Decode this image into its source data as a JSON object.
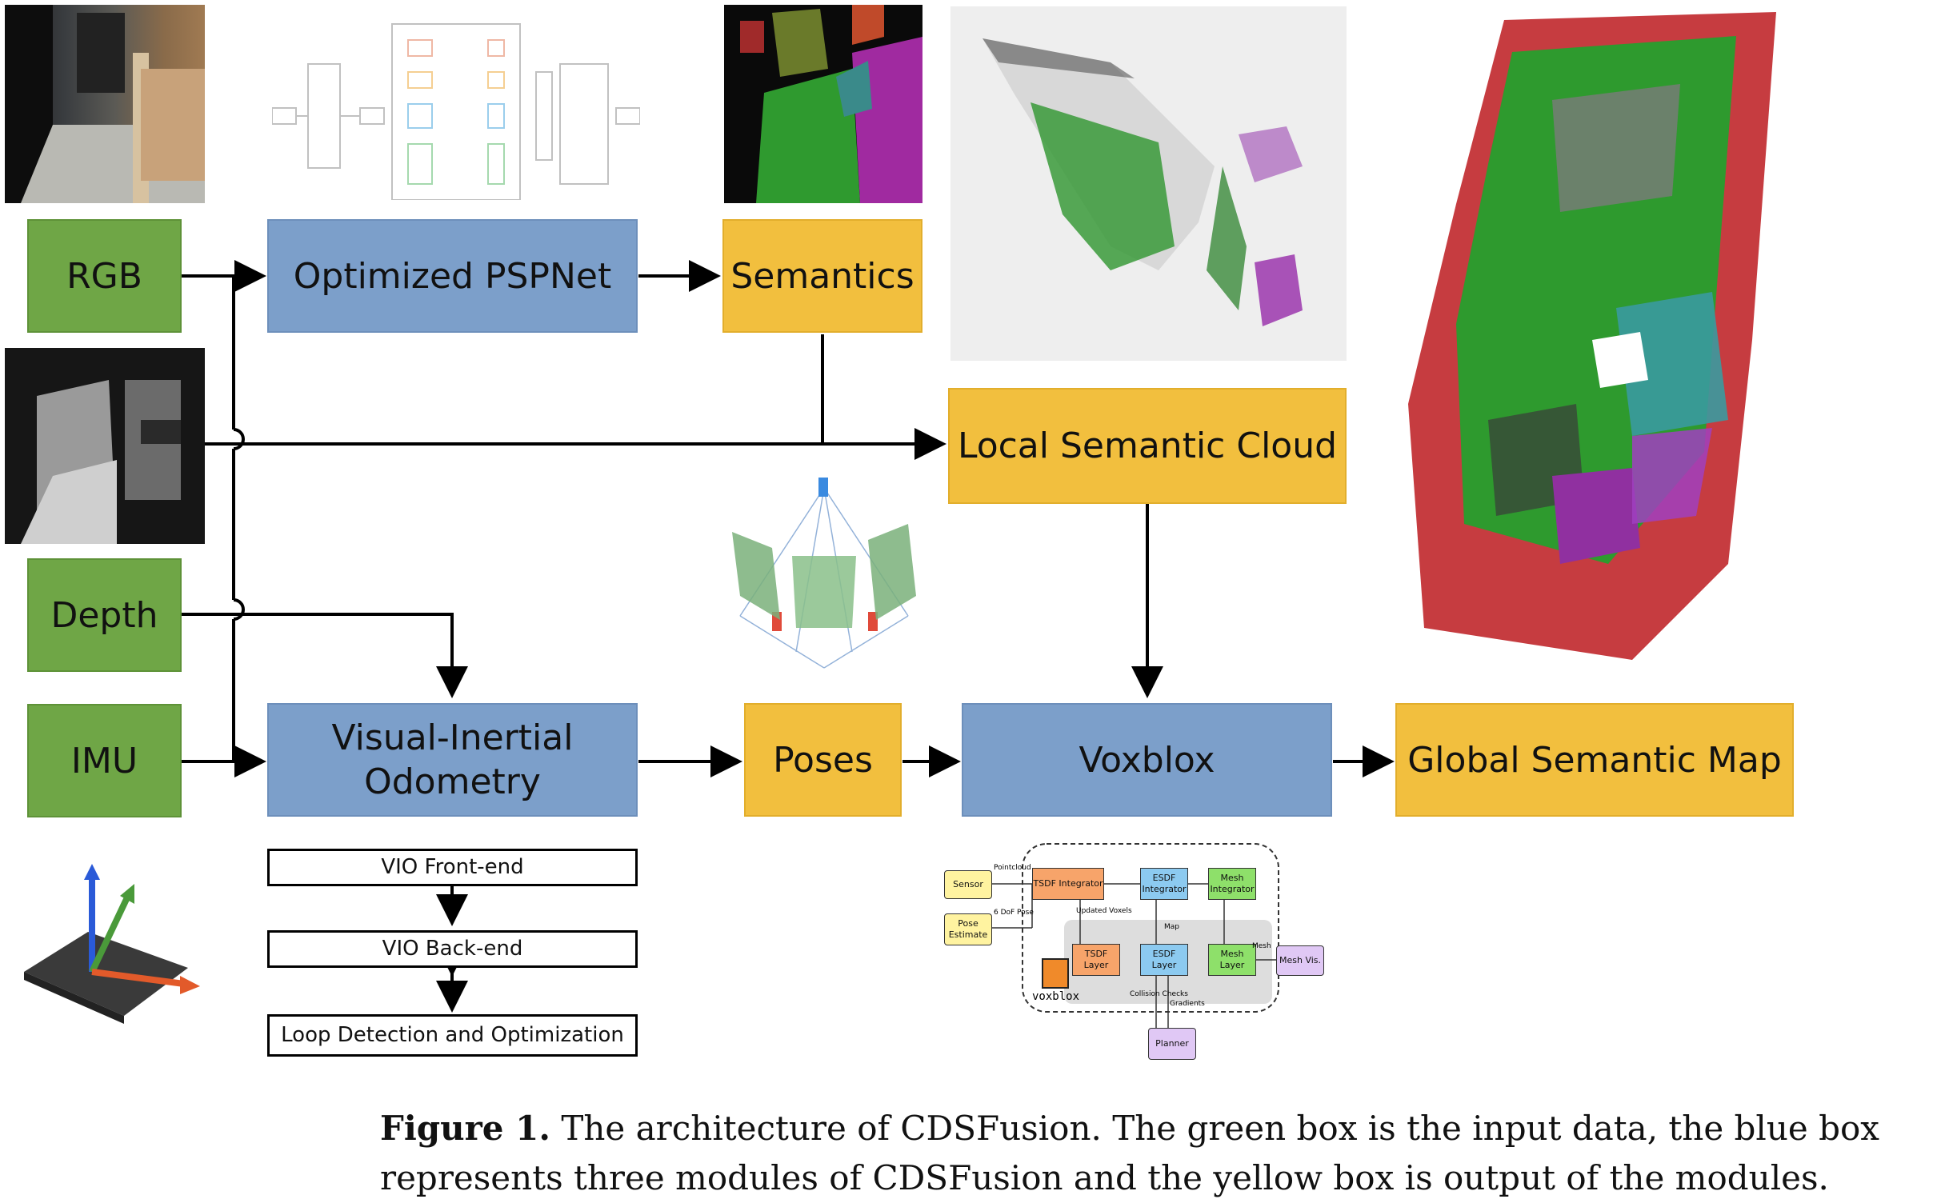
{
  "inputs": {
    "rgb": "RGB",
    "depth": "Depth",
    "imu": "IMU"
  },
  "modules": {
    "pspnet": "Optimized PSPNet",
    "vio_line1": "Visual-Inertial",
    "vio_line2": "Odometry",
    "voxblox": "Voxblox"
  },
  "outputs": {
    "semantics": "Semantics",
    "local_cloud": "Local Semantic Cloud",
    "poses": "Poses",
    "global_map": "Global Semantic Map"
  },
  "vio_stages": {
    "front_end": "VIO Front-end",
    "back_end": "VIO Back-end",
    "loop": "Loop Detection and Optimization"
  },
  "voxblox_diagram": {
    "sensor": "Sensor",
    "pose_estimate": "Pose Estimate",
    "tsdf_integrator": "TSDF Integrator",
    "esdf_integrator": "ESDF Integrator",
    "mesh_integrator": "Mesh Integrator",
    "tsdf_layer": "TSDF Layer",
    "esdf_layer": "ESDF Layer",
    "mesh_layer": "Mesh Layer",
    "mesh_vis": "Mesh Vis.",
    "planner": "Planner",
    "pointcloud": "Pointcloud",
    "six_dof_pose": "6 DoF Pose",
    "updated_voxels": "Updated Voxels",
    "map": "Map",
    "mesh": "Mesh",
    "collision_checks": "Collision Checks",
    "gradients": "Gradients",
    "logo": "voxblox"
  },
  "caption": {
    "label": "Figure 1.",
    "text": "The architecture of CDSFusion. The green box is the input data, the blue box represents three modules of CDSFusion and the yellow box is output of the modules."
  },
  "colors": {
    "input_green": "#6fa646",
    "module_blue": "#7c9fca",
    "output_yellow": "#f2bf3e"
  }
}
